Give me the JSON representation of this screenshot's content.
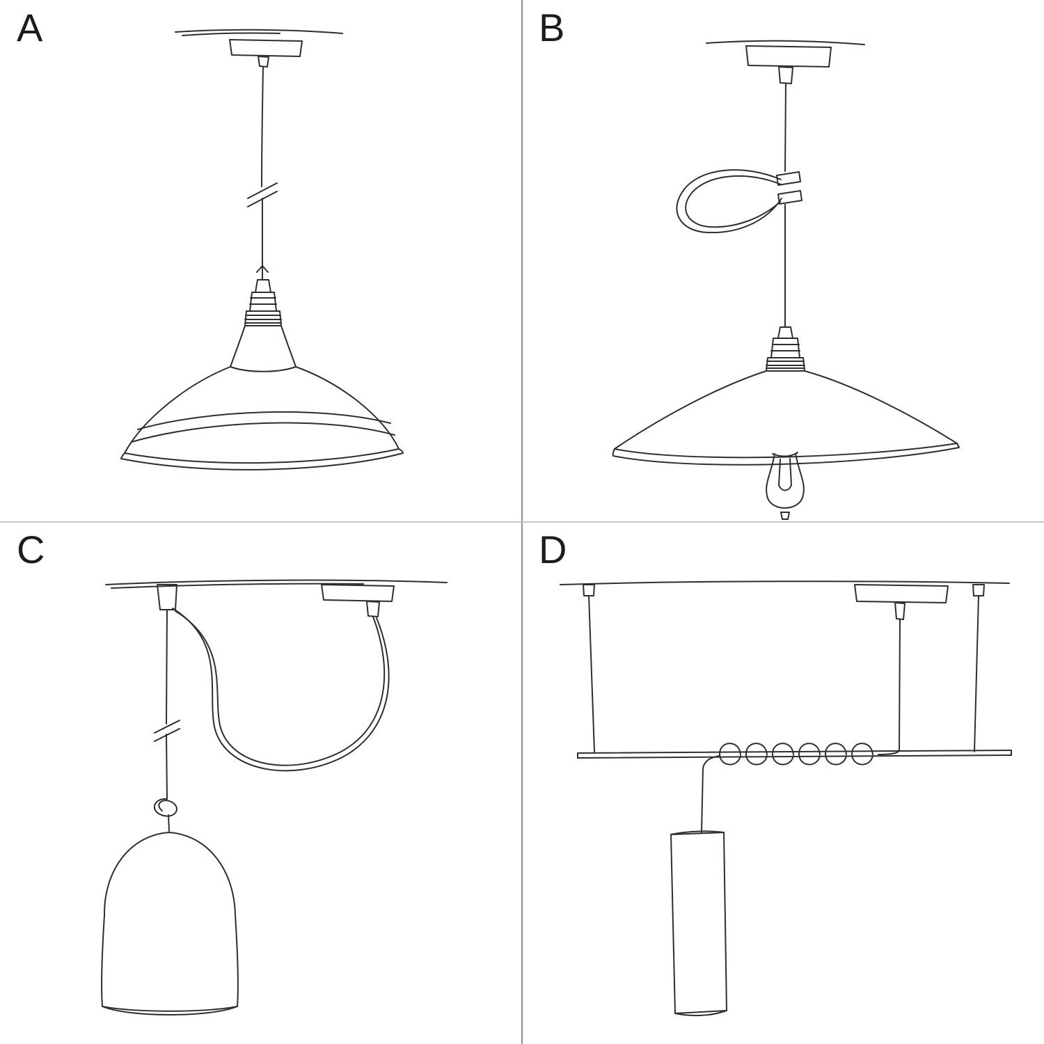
{
  "page": {
    "background_color": "#ffffff",
    "line_color": "#2e2e2e",
    "divider_color": "#8f8f8f"
  },
  "panels": [
    {
      "label": "A",
      "sketch": "pendant-bowl-shade-sketch"
    },
    {
      "label": "B",
      "sketch": "pendant-plate-shade-bulb-loop-sketch"
    },
    {
      "label": "C",
      "sketch": "pendant-swag-hook-bell-shade-sketch"
    },
    {
      "label": "D",
      "sketch": "pendant-bar-coiled-cable-cylinder-sketch"
    }
  ]
}
